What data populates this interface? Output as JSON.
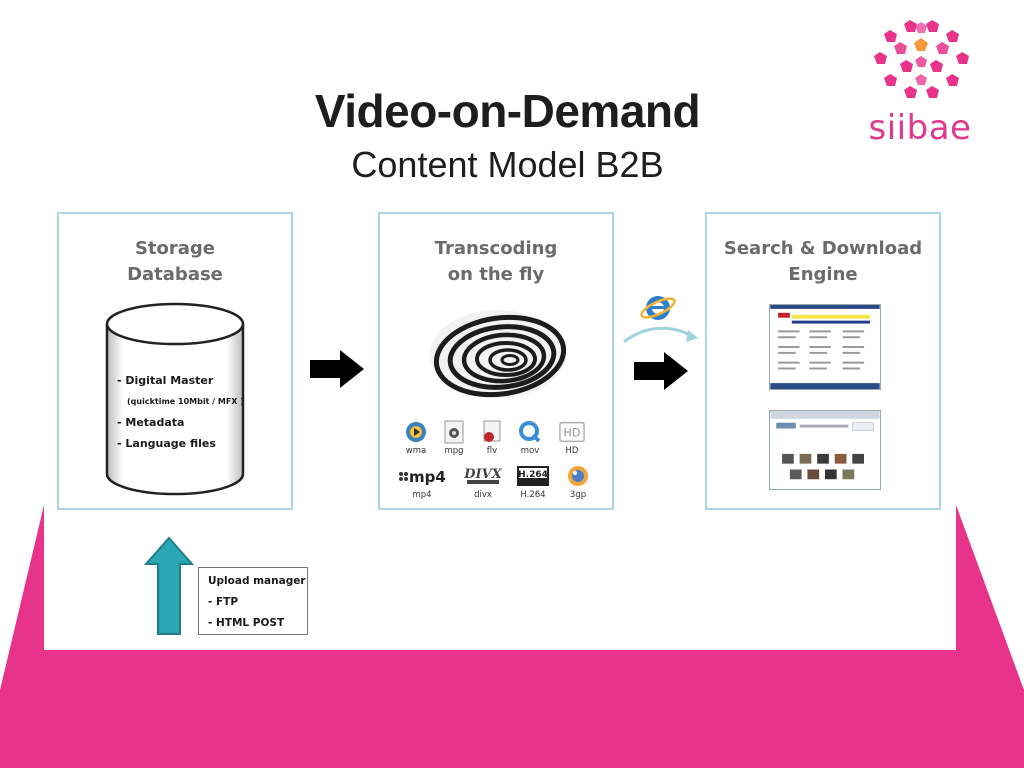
{
  "header": {
    "title": "Video-on-Demand",
    "subtitle": "Content Model B2B"
  },
  "logo": {
    "text": "siibae",
    "colors": {
      "pink": "#e8338a",
      "orange": "#f39a3c"
    }
  },
  "colors": {
    "background_pink": "#e8338a",
    "box_border": "#a9d6df",
    "arrow": "#000000",
    "upload_arrow": "#2aa6b5"
  },
  "storage": {
    "title_line1": "Storage",
    "title_line2": "Database",
    "items": [
      "-  Digital Master",
      "(quicktime 10Mbit / MFX )",
      "-  Metadata",
      "-  Language files"
    ]
  },
  "transcoding": {
    "title_line1": "Transcoding",
    "title_line2": "on the fly",
    "formats_row1": [
      "wma",
      "mpg",
      "flv",
      "mov",
      "HD"
    ],
    "formats_row2": [
      "mp4",
      "divx",
      "H.264",
      "3gp"
    ],
    "icon_text": {
      "hd": "HD",
      "mp4": "mp4",
      "divx": "DIVX",
      "h264": "H.264"
    }
  },
  "search": {
    "title_line1": "Search & Download",
    "title_line2": "Engine"
  },
  "upload": {
    "title": "Upload manager",
    "items": [
      "-   FTP",
      "-   HTML POST"
    ]
  }
}
